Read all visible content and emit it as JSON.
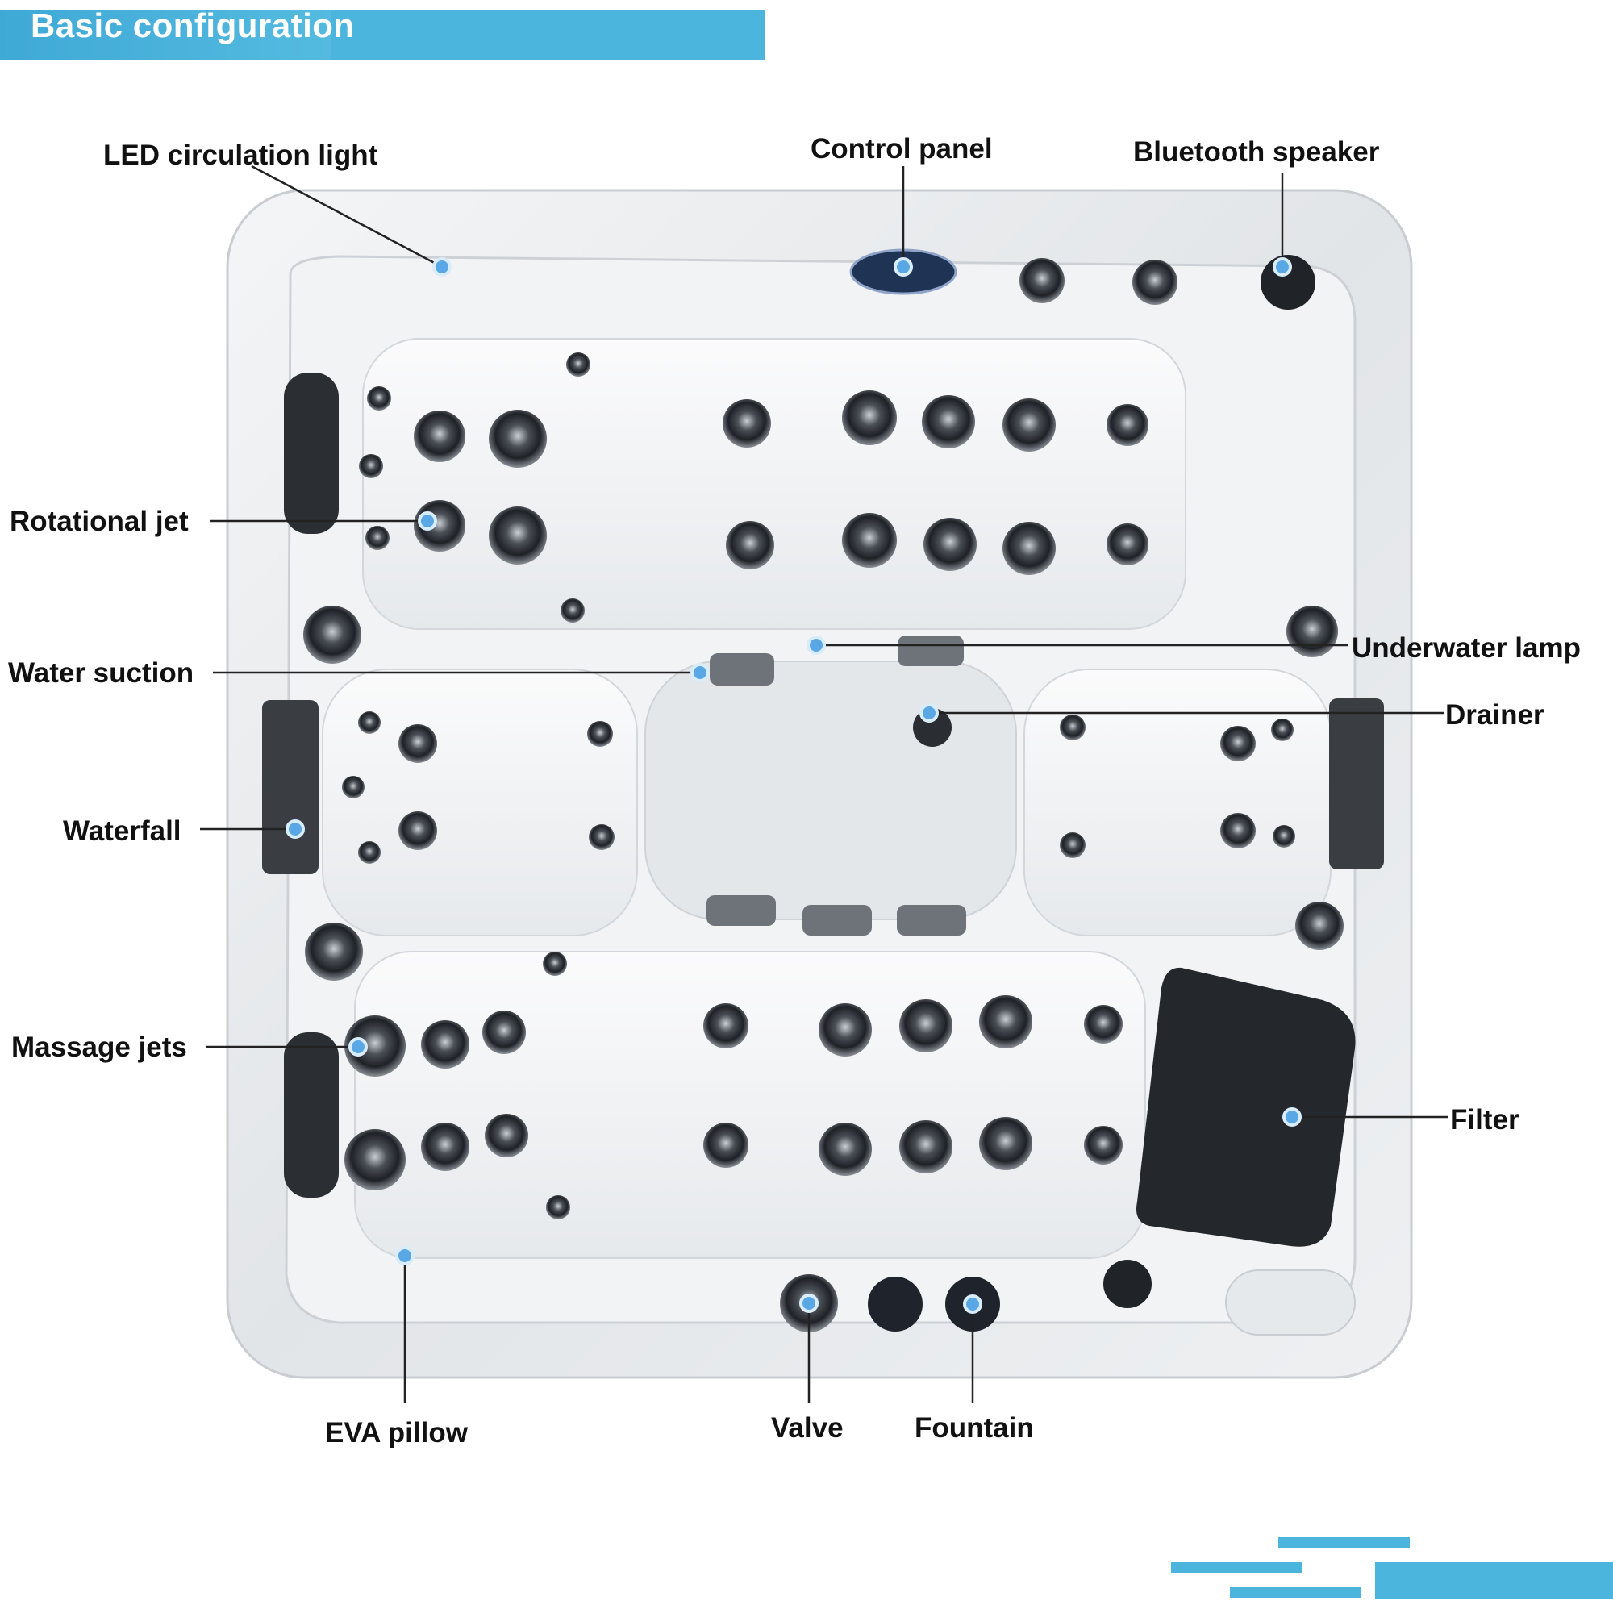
{
  "header": {
    "title": "Basic configuration"
  },
  "colors": {
    "accent": "#4bb5dd",
    "marker": "#5aa7e6",
    "shell": "#e9ecef",
    "jet": "#2a2d32"
  },
  "callouts": {
    "led_light": "LED circulation light",
    "control_panel": "Control panel",
    "bluetooth_speaker": "Bluetooth speaker",
    "rotational_jet": "Rotational jet",
    "water_suction": "Water suction",
    "underwater_lamp": "Underwater lamp",
    "drainer": "Drainer",
    "waterfall": "Waterfall",
    "massage_jets": "Massage jets",
    "filter": "Filter",
    "eva_pillow": "EVA pillow",
    "valve": "Valve",
    "fountain": "Fountain"
  }
}
